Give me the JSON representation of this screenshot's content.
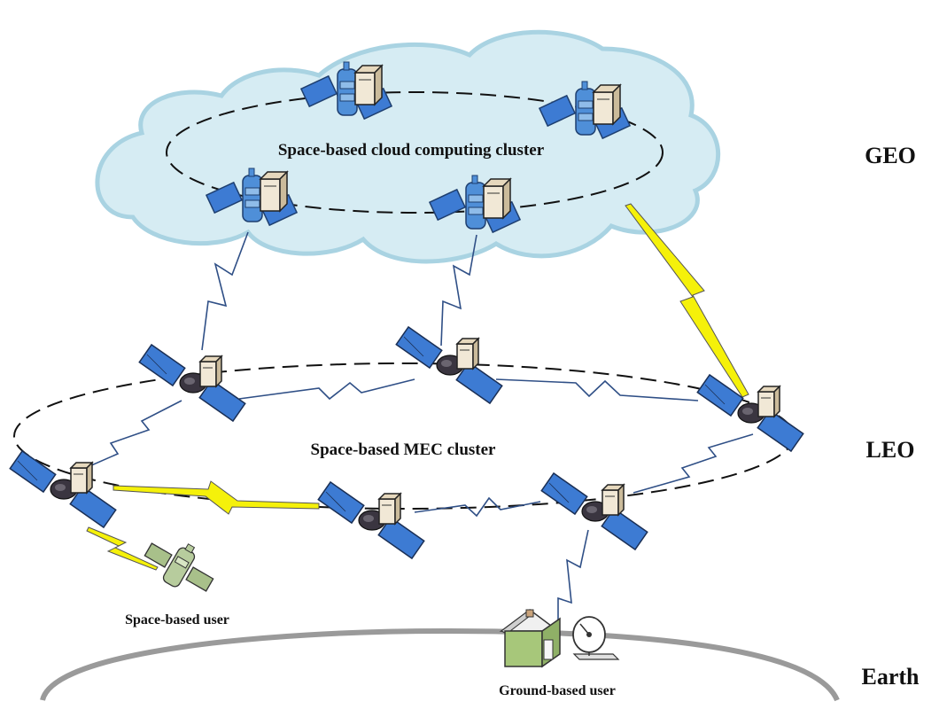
{
  "diagram": {
    "cloud_cluster_label": "Space-based cloud computing cluster",
    "mec_cluster_label": "Space-based MEC cluster",
    "space_user_label": "Space-based user",
    "ground_user_label": "Ground-based user",
    "layers": {
      "geo": "GEO",
      "leo": "LEO",
      "earth": "Earth"
    }
  },
  "colors": {
    "cloud_fill": "#d6ecf3",
    "cloud_stroke": "#a9d3e2",
    "link_blue": "#2f4f86",
    "link_yellow": "#f5f10a",
    "solar_panel": "#3d7bd3",
    "satellite_body_blue": "#4f8fd8",
    "server_box": "#f1e8d6",
    "earth_arc": "#9a9a9a",
    "house_green": "#a7c77a",
    "user_satellite_green": "#a8c08a"
  },
  "icons": {
    "geo_node": "satellite-with-server-icon",
    "leo_node": "satellite-with-server-icon",
    "space_user": "satellite-icon",
    "ground_user": "house-and-dish-icon"
  }
}
